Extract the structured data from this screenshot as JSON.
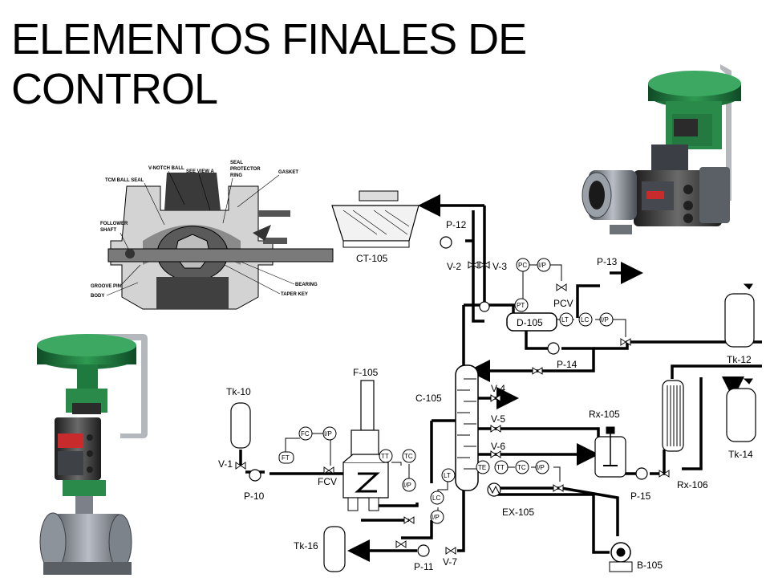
{
  "title": "ELEMENTOS FINALES DE CONTROL",
  "cutaway_labels": [
    "V-NOTCH BALL",
    "SEE VIEW A",
    "SEAL",
    "PROTECTOR",
    "RING",
    "GASKET",
    "TCM BALL SEAL",
    "FOLLOWER",
    "SHAFT",
    "GROOVE PIN",
    "BODY",
    "BEARING",
    "TAPER KEY"
  ],
  "equipment": {
    "ct105": "CT-105",
    "p12": "P-12",
    "v2": "V-2",
    "v3": "V-3",
    "p13": "P-13",
    "pcv": "PCV",
    "d105": "D-105",
    "tk12": "Tk-12",
    "p14": "P-14",
    "f105": "F-105",
    "c105": "C-105",
    "tk10": "Tk-10",
    "v1": "V-1",
    "p10": "P-10",
    "fcv": "FCV",
    "v4": "V-4",
    "v5": "V-5",
    "v6": "V-6",
    "rx105": "Rx-105",
    "tk14": "Tk-14",
    "rx106": "Rx-106",
    "p15": "P-15",
    "ex105": "EX-105",
    "tk16": "Tk-16",
    "p11": "P-11",
    "v7": "V-7",
    "b105": "B-105"
  },
  "instruments": {
    "pc": "PC",
    "ip1": "I/P",
    "pt": "PT",
    "lt1": "LT",
    "lc1": "LC",
    "ip2": "I/P",
    "fc": "FC",
    "ip3": "I/P",
    "ft": "FT",
    "tt1": "TT",
    "tc1": "TC",
    "ip4": "I/P",
    "lt2": "LT",
    "lc2": "LC",
    "ip5": "I/P",
    "te": "TE",
    "tt2": "TT",
    "tc2": "TC",
    "ip6": "I/P"
  }
}
